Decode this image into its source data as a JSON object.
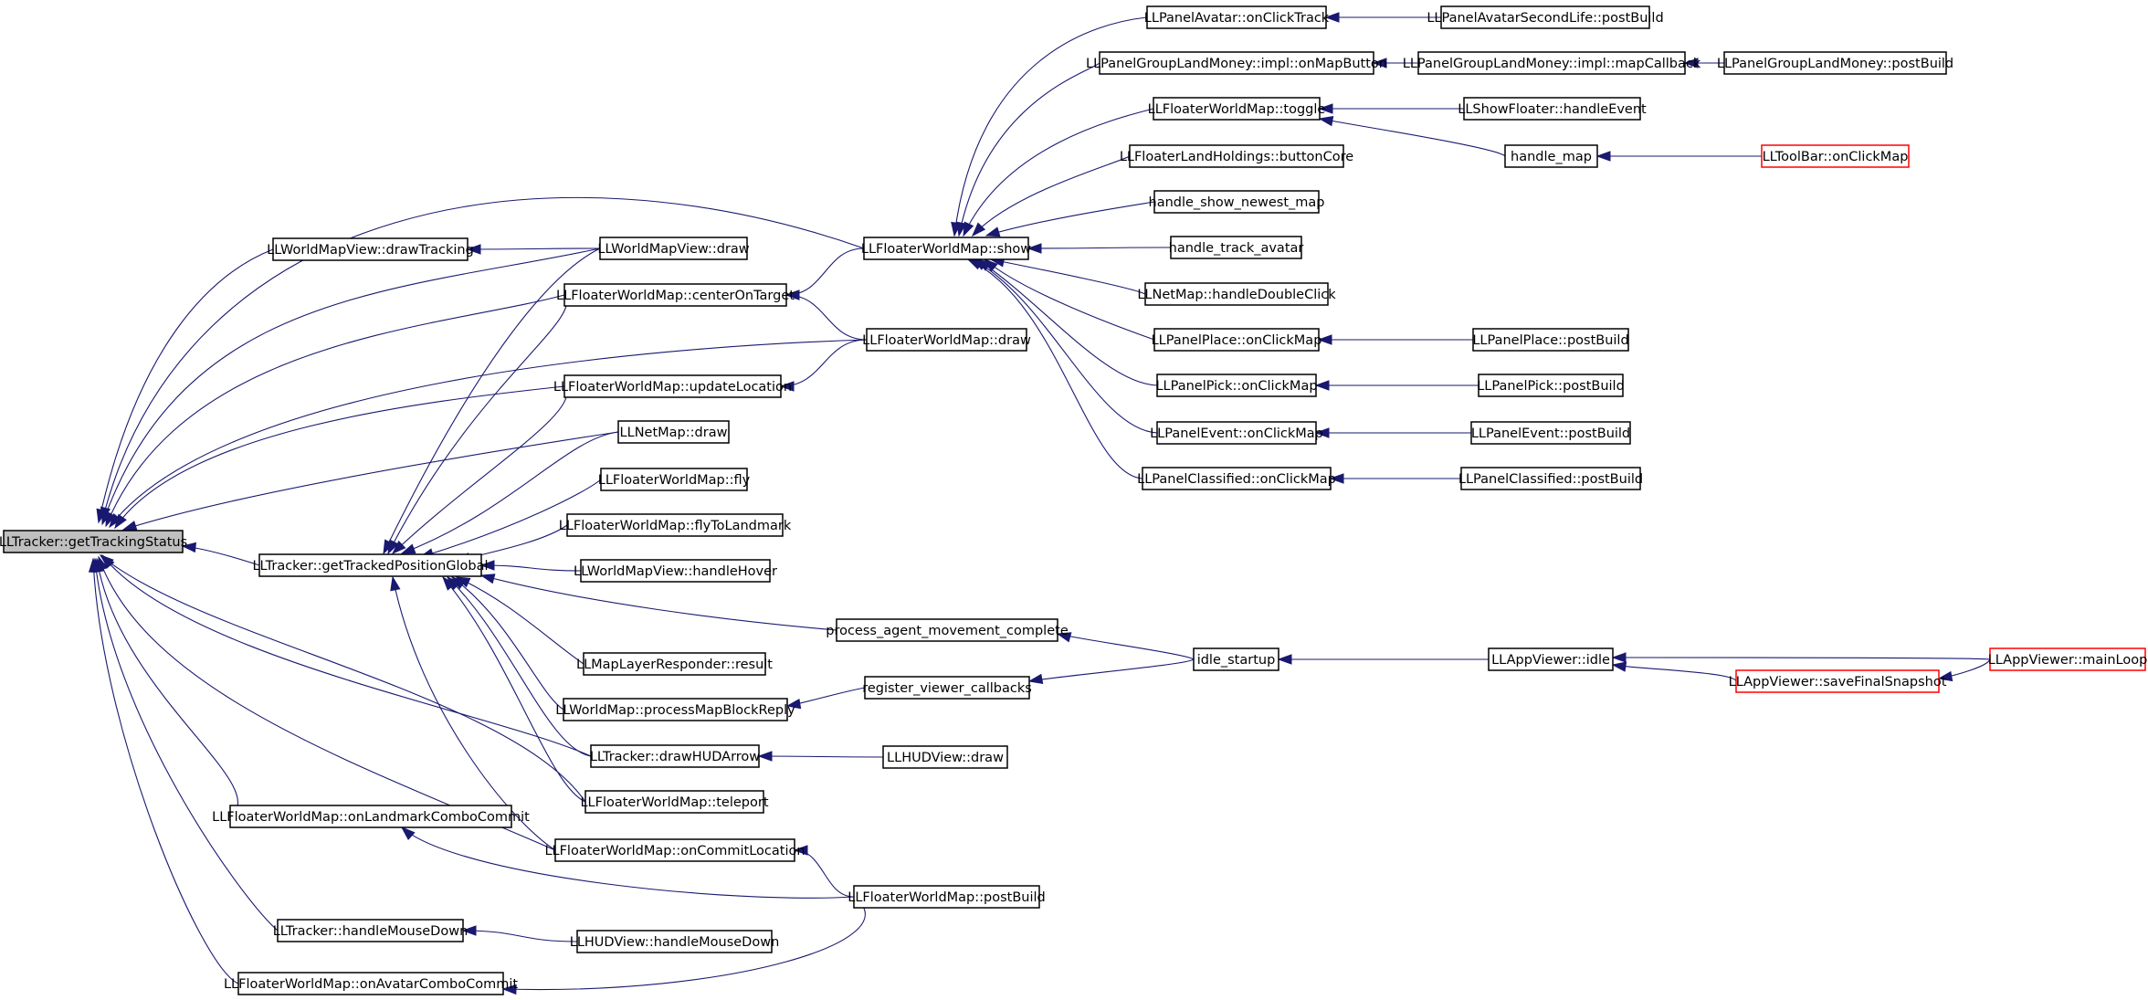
{
  "diagram": {
    "nodes": [
      {
        "id": "tracking_status",
        "label": "LLTracker::getTrackingStatus",
        "style": "focus"
      },
      {
        "id": "wmv_drawTracking",
        "label": "LLWorldMapView::drawTracking",
        "style": "normal"
      },
      {
        "id": "fwm_centerOnTarget",
        "label": "LLFloaterWorldMap::centerOnTarget",
        "style": "normal"
      },
      {
        "id": "fwm_updateLocation",
        "label": "LLFloaterWorldMap::updateLocation",
        "style": "normal"
      },
      {
        "id": "tracker_getTrackedPos",
        "label": "LLTracker::getTrackedPositionGlobal",
        "style": "normal"
      },
      {
        "id": "fwm_onLandmarkCombo",
        "label": "LLFloaterWorldMap::onLandmarkComboCommit",
        "style": "normal"
      },
      {
        "id": "tracker_handleMouseDown",
        "label": "LLTracker::handleMouseDown",
        "style": "normal"
      },
      {
        "id": "fwm_onAvatarCombo",
        "label": "LLFloaterWorldMap::onAvatarComboCommit",
        "style": "normal"
      },
      {
        "id": "wmv_draw",
        "label": "LLWorldMapView::draw",
        "style": "normal"
      },
      {
        "id": "netmap_draw",
        "label": "LLNetMap::draw",
        "style": "normal"
      },
      {
        "id": "fwm_fly",
        "label": "LLFloaterWorldMap::fly",
        "style": "normal"
      },
      {
        "id": "fwm_flyToLandmark",
        "label": "LLFloaterWorldMap::flyToLandmark",
        "style": "normal"
      },
      {
        "id": "wmv_handleHover",
        "label": "LLWorldMapView::handleHover",
        "style": "normal"
      },
      {
        "id": "maplayer_result",
        "label": "LLMapLayerResponder::result",
        "style": "normal"
      },
      {
        "id": "wm_processMapBlock",
        "label": "LLWorldMap::processMapBlockReply",
        "style": "normal"
      },
      {
        "id": "tracker_drawHUDArrow",
        "label": "LLTracker::drawHUDArrow",
        "style": "normal"
      },
      {
        "id": "fwm_teleport",
        "label": "LLFloaterWorldMap::teleport",
        "style": "normal"
      },
      {
        "id": "fwm_onCommitLocation",
        "label": "LLFloaterWorldMap::onCommitLocation",
        "style": "normal"
      },
      {
        "id": "hudview_handleMouseDown",
        "label": "LLHUDView::handleMouseDown",
        "style": "normal"
      },
      {
        "id": "fwm_show",
        "label": "LLFloaterWorldMap::show",
        "style": "normal"
      },
      {
        "id": "fwm_draw",
        "label": "LLFloaterWorldMap::draw",
        "style": "normal"
      },
      {
        "id": "process_agent_move",
        "label": "process_agent_movement_complete",
        "style": "normal"
      },
      {
        "id": "register_viewer_cb",
        "label": "register_viewer_callbacks",
        "style": "normal"
      },
      {
        "id": "hudview_draw",
        "label": "LLHUDView::draw",
        "style": "normal"
      },
      {
        "id": "fwm_postBuild",
        "label": "LLFloaterWorldMap::postBuild",
        "style": "normal"
      },
      {
        "id": "panelavatar_onClickTrack",
        "label": "LLPanelAvatar::onClickTrack",
        "style": "normal"
      },
      {
        "id": "pglm_onMapButton",
        "label": "LLPanelGroupLandMoney::impl::onMapButton",
        "style": "normal"
      },
      {
        "id": "fwm_toggle",
        "label": "LLFloaterWorldMap::toggle",
        "style": "normal"
      },
      {
        "id": "flh_buttonCore",
        "label": "LLFloaterLandHoldings::buttonCore",
        "style": "normal"
      },
      {
        "id": "handle_show_newest_map",
        "label": "handle_show_newest_map",
        "style": "normal"
      },
      {
        "id": "handle_track_avatar",
        "label": "handle_track_avatar",
        "style": "normal"
      },
      {
        "id": "netmap_handleDoubleClick",
        "label": "LLNetMap::handleDoubleClick",
        "style": "normal"
      },
      {
        "id": "panelplace_onClickMap",
        "label": "LLPanelPlace::onClickMap",
        "style": "normal"
      },
      {
        "id": "panelpick_onClickMap",
        "label": "LLPanelPick::onClickMap",
        "style": "normal"
      },
      {
        "id": "panelevent_onClickMap",
        "label": "LLPanelEvent::onClickMap",
        "style": "normal"
      },
      {
        "id": "panelclassified_onClickMap",
        "label": "LLPanelClassified::onClickMap",
        "style": "normal"
      },
      {
        "id": "idle_startup",
        "label": "idle_startup",
        "style": "normal"
      },
      {
        "id": "panelavatarsl_postBuild",
        "label": "LLPanelAvatarSecondLife::postBuild",
        "style": "normal"
      },
      {
        "id": "pglm_mapCallback",
        "label": "LLPanelGroupLandMoney::impl::mapCallback",
        "style": "normal"
      },
      {
        "id": "showfloater_handleEvent",
        "label": "LLShowFloater::handleEvent",
        "style": "normal"
      },
      {
        "id": "handle_map",
        "label": "handle_map",
        "style": "normal"
      },
      {
        "id": "panelplace_postBuild",
        "label": "LLPanelPlace::postBuild",
        "style": "normal"
      },
      {
        "id": "panelpick_postBuild",
        "label": "LLPanelPick::postBuild",
        "style": "normal"
      },
      {
        "id": "panelevent_postBuild",
        "label": "LLPanelEvent::postBuild",
        "style": "normal"
      },
      {
        "id": "panelclassified_postBuild",
        "label": "LLPanelClassified::postBuild",
        "style": "normal"
      },
      {
        "id": "appviewer_idle",
        "label": "LLAppViewer::idle",
        "style": "normal"
      },
      {
        "id": "pglm_postBuild",
        "label": "LLPanelGroupLandMoney::postBuild",
        "style": "normal"
      },
      {
        "id": "toolbar_onClickMap",
        "label": "LLToolBar::onClickMap",
        "style": "truncated"
      },
      {
        "id": "appviewer_saveFinalSnapshot",
        "label": "LLAppViewer::saveFinalSnapshot",
        "style": "truncated"
      },
      {
        "id": "appviewer_mainLoop",
        "label": "LLAppViewer::mainLoop",
        "style": "truncated"
      }
    ],
    "edges": [
      {
        "from": "wmv_drawTracking",
        "to": "tracking_status"
      },
      {
        "from": "fwm_centerOnTarget",
        "to": "tracking_status"
      },
      {
        "from": "fwm_updateLocation",
        "to": "tracking_status"
      },
      {
        "from": "tracker_getTrackedPos",
        "to": "tracking_status"
      },
      {
        "from": "fwm_onLandmarkCombo",
        "to": "tracking_status"
      },
      {
        "from": "tracker_handleMouseDown",
        "to": "tracking_status"
      },
      {
        "from": "fwm_onAvatarCombo",
        "to": "tracking_status"
      },
      {
        "from": "fwm_show",
        "to": "tracking_status"
      },
      {
        "from": "wmv_draw",
        "to": "tracking_status"
      },
      {
        "from": "fwm_draw",
        "to": "tracking_status"
      },
      {
        "from": "netmap_draw",
        "to": "tracking_status"
      },
      {
        "from": "tracker_drawHUDArrow",
        "to": "tracking_status"
      },
      {
        "from": "fwm_teleport",
        "to": "tracking_status"
      },
      {
        "from": "fwm_onCommitLocation",
        "to": "tracking_status"
      },
      {
        "from": "wmv_draw",
        "to": "wmv_drawTracking"
      },
      {
        "from": "fwm_show",
        "to": "fwm_centerOnTarget"
      },
      {
        "from": "fwm_draw",
        "to": "fwm_centerOnTarget"
      },
      {
        "from": "fwm_draw",
        "to": "fwm_updateLocation"
      },
      {
        "from": "wmv_draw",
        "to": "tracker_getTrackedPos"
      },
      {
        "from": "fwm_centerOnTarget",
        "to": "tracker_getTrackedPos"
      },
      {
        "from": "fwm_updateLocation",
        "to": "tracker_getTrackedPos"
      },
      {
        "from": "netmap_draw",
        "to": "tracker_getTrackedPos"
      },
      {
        "from": "fwm_fly",
        "to": "tracker_getTrackedPos"
      },
      {
        "from": "fwm_flyToLandmark",
        "to": "tracker_getTrackedPos"
      },
      {
        "from": "wmv_handleHover",
        "to": "tracker_getTrackedPos"
      },
      {
        "from": "process_agent_move",
        "to": "tracker_getTrackedPos"
      },
      {
        "from": "maplayer_result",
        "to": "tracker_getTrackedPos"
      },
      {
        "from": "wm_processMapBlock",
        "to": "tracker_getTrackedPos"
      },
      {
        "from": "tracker_drawHUDArrow",
        "to": "tracker_getTrackedPos"
      },
      {
        "from": "fwm_teleport",
        "to": "tracker_getTrackedPos"
      },
      {
        "from": "fwm_onCommitLocation",
        "to": "tracker_getTrackedPos"
      },
      {
        "from": "fwm_postBuild",
        "to": "fwm_onLandmarkCombo"
      },
      {
        "from": "hudview_handleMouseDown",
        "to": "tracker_handleMouseDown"
      },
      {
        "from": "fwm_postBuild",
        "to": "fwm_onAvatarCombo"
      },
      {
        "from": "register_viewer_cb",
        "to": "wm_processMapBlock"
      },
      {
        "from": "hudview_draw",
        "to": "tracker_drawHUDArrow"
      },
      {
        "from": "fwm_postBuild",
        "to": "fwm_onCommitLocation"
      },
      {
        "from": "idle_startup",
        "to": "process_agent_move"
      },
      {
        "from": "idle_startup",
        "to": "register_viewer_cb"
      },
      {
        "from": "panelavatar_onClickTrack",
        "to": "fwm_show"
      },
      {
        "from": "pglm_onMapButton",
        "to": "fwm_show"
      },
      {
        "from": "fwm_toggle",
        "to": "fwm_show"
      },
      {
        "from": "flh_buttonCore",
        "to": "fwm_show"
      },
      {
        "from": "handle_show_newest_map",
        "to": "fwm_show"
      },
      {
        "from": "handle_track_avatar",
        "to": "fwm_show"
      },
      {
        "from": "netmap_handleDoubleClick",
        "to": "fwm_show"
      },
      {
        "from": "panelplace_onClickMap",
        "to": "fwm_show"
      },
      {
        "from": "panelpick_onClickMap",
        "to": "fwm_show"
      },
      {
        "from": "panelevent_onClickMap",
        "to": "fwm_show"
      },
      {
        "from": "panelclassified_onClickMap",
        "to": "fwm_show"
      },
      {
        "from": "panelavatarsl_postBuild",
        "to": "panelavatar_onClickTrack"
      },
      {
        "from": "pglm_mapCallback",
        "to": "pglm_onMapButton"
      },
      {
        "from": "pglm_postBuild",
        "to": "pglm_mapCallback"
      },
      {
        "from": "showfloater_handleEvent",
        "to": "fwm_toggle"
      },
      {
        "from": "handle_map",
        "to": "fwm_toggle"
      },
      {
        "from": "toolbar_onClickMap",
        "to": "handle_map"
      },
      {
        "from": "panelplace_postBuild",
        "to": "panelplace_onClickMap"
      },
      {
        "from": "panelpick_postBuild",
        "to": "panelpick_onClickMap"
      },
      {
        "from": "panelevent_postBuild",
        "to": "panelevent_onClickMap"
      },
      {
        "from": "panelclassified_postBuild",
        "to": "panelclassified_onClickMap"
      },
      {
        "from": "appviewer_idle",
        "to": "idle_startup"
      },
      {
        "from": "appviewer_mainLoop",
        "to": "appviewer_idle"
      },
      {
        "from": "appviewer_saveFinalSnapshot",
        "to": "appviewer_idle"
      },
      {
        "from": "appviewer_mainLoop",
        "to": "appviewer_saveFinalSnapshot"
      }
    ]
  },
  "colors": {
    "edge": "#191970",
    "node_border": "#000000",
    "node_fill": "#ffffff",
    "focus_fill": "#bfbfbf",
    "truncated_border": "#ff0000"
  }
}
